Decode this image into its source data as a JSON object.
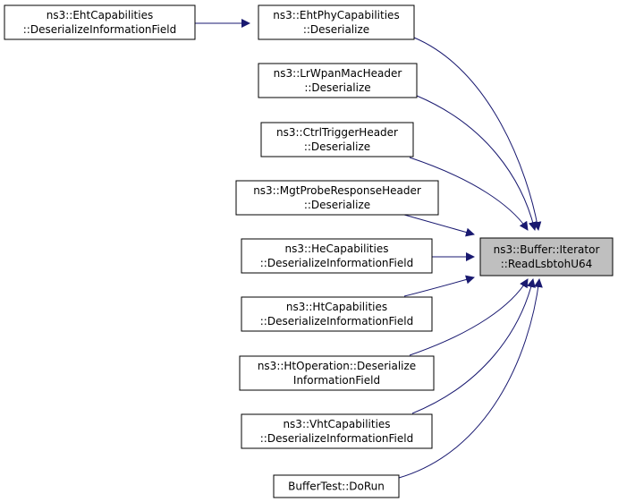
{
  "diagram": {
    "target": {
      "id": "target",
      "lines": [
        "ns3::Buffer::Iterator",
        "::ReadLsbtohU64"
      ]
    },
    "callers": [
      {
        "id": "eht-phy-deserialize",
        "lines": [
          "ns3::EhtPhyCapabilities",
          "::Deserialize"
        ]
      },
      {
        "id": "lrwpan-mac-deserialize",
        "lines": [
          "ns3::LrWpanMacHeader",
          "::Deserialize"
        ]
      },
      {
        "id": "ctrl-trigger-deserialize",
        "lines": [
          "ns3::CtrlTriggerHeader",
          "::Deserialize"
        ]
      },
      {
        "id": "mgt-probe-deserialize",
        "lines": [
          "ns3::MgtProbeResponseHeader",
          "::Deserialize"
        ]
      },
      {
        "id": "he-cap-deserialize",
        "lines": [
          "ns3::HeCapabilities",
          "::DeserializeInformationField"
        ]
      },
      {
        "id": "ht-cap-deserialize",
        "lines": [
          "ns3::HtCapabilities",
          "::DeserializeInformationField"
        ]
      },
      {
        "id": "ht-op-deserialize",
        "lines": [
          "ns3::HtOperation::Deserialize",
          "InformationField"
        ]
      },
      {
        "id": "vht-cap-deserialize",
        "lines": [
          "ns3::VhtCapabilities",
          "::DeserializeInformationField"
        ]
      },
      {
        "id": "buffertest-dorun",
        "lines": [
          "BufferTest::DoRun"
        ]
      }
    ],
    "second_level": [
      {
        "id": "eht-cap-deserialize",
        "lines": [
          "ns3::EhtCapabilities",
          "::DeserializeInformationField"
        ],
        "calls": "eht-phy-deserialize"
      }
    ],
    "colors": {
      "edge": "#191970",
      "node_border": "#000000",
      "target_fill": "#bfbfbf",
      "node_fill": "#ffffff"
    }
  }
}
